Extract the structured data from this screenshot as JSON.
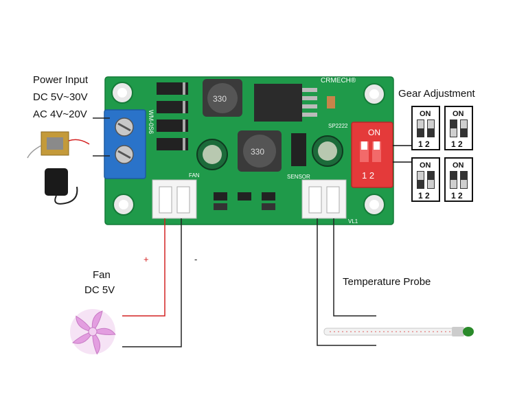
{
  "power_input": {
    "title": "Power Input",
    "dc": "DC 5V~30V",
    "ac": "AC 4V~20V"
  },
  "fan": {
    "title": "Fan",
    "voltage": "DC 5V",
    "plus": "+",
    "minus": "-"
  },
  "probe": {
    "title": "Temperature  Probe"
  },
  "gear": {
    "title": "Gear Adjustment",
    "switch_on": "ON",
    "switch_pins": "1 2"
  },
  "board": {
    "brand": "CRMECH®",
    "model": "WM-0S6",
    "fan_label": "FAN",
    "sensor_label": "SENSOR",
    "vl_label": "VL1",
    "sp_label": "SP2222",
    "inductor_label": "330",
    "dip_on": "ON",
    "dip_nums": "1  2"
  },
  "colors": {
    "pcb": "#1f9a4a",
    "terminal": "#2a73c9",
    "dip_switch": "#e43a3a",
    "wire_red": "#d42020",
    "wire_black": "#222222",
    "fan": "#e39ee0",
    "probe_bead": "#2a8a2a"
  }
}
